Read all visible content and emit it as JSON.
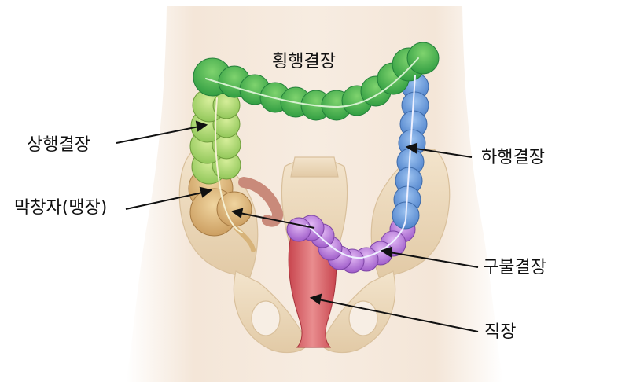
{
  "labels": {
    "transverse": "횡행결장",
    "ascending": "상행결장",
    "descending": "하행결장",
    "cecum": "막창자(맹장)",
    "sigmoid": "구불결장",
    "rectum": "직장"
  },
  "colors": {
    "skin": "#f3e3d3",
    "bone": "#efdcc2",
    "transverse": "#3fb34f",
    "ascending": "#a8d86a",
    "descending": "#5f94d6",
    "cecum": "#d8b078",
    "sigmoid": "#b86fd8",
    "rectum": "#d9646a",
    "appendix": "#c98a7a"
  }
}
